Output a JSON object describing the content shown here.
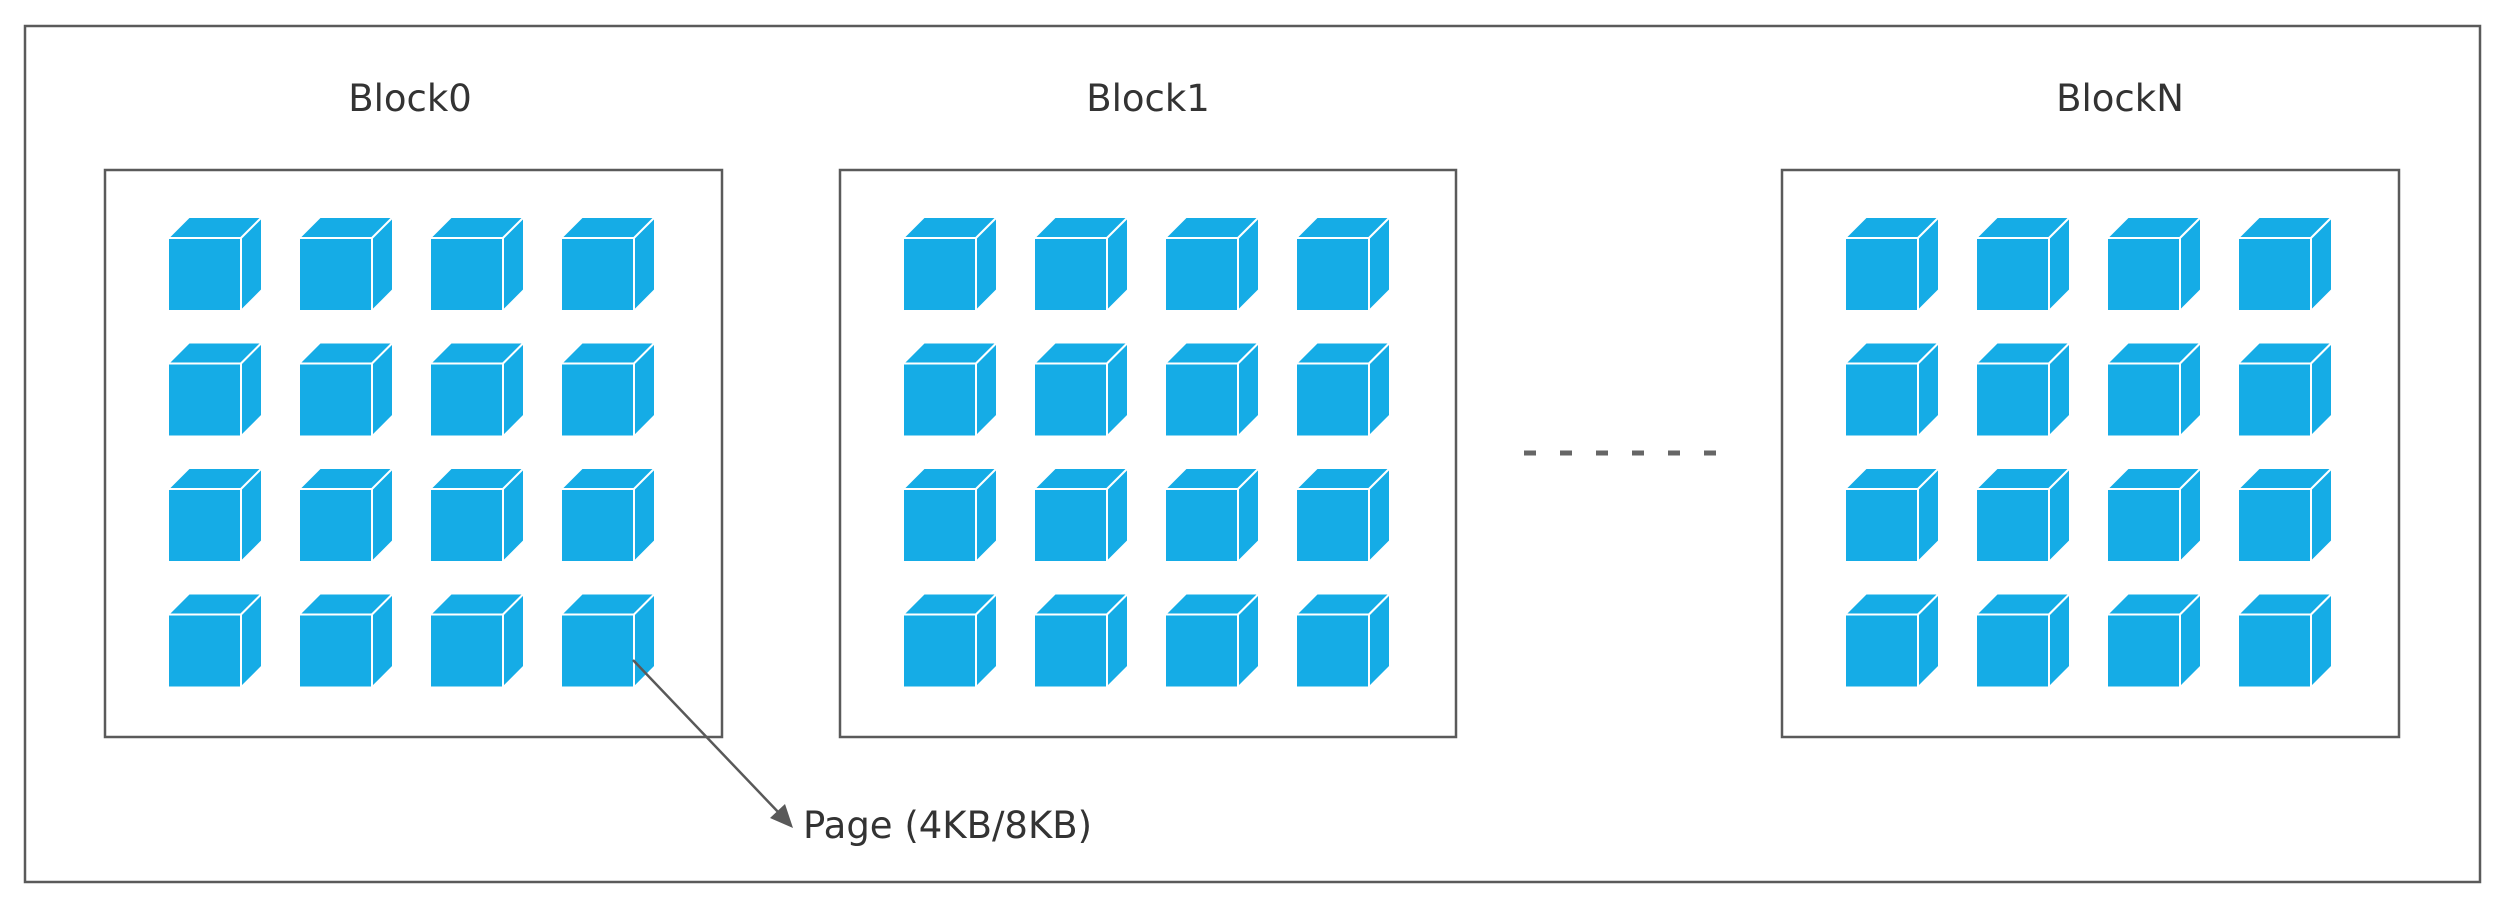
{
  "blocks": [
    {
      "title": "Block0"
    },
    {
      "title": "Block1"
    },
    {
      "title": "BlockN"
    }
  ],
  "pages_per_block": {
    "rows": 4,
    "cols": 4
  },
  "page_callout": {
    "label": "Page (4KB/8KB)"
  },
  "colors": {
    "cube_front": "#15ACE6",
    "cube_top": "#15ACE6",
    "cube_side": "#15ACE6",
    "frame": "#5a5a5a",
    "text": "#333333"
  }
}
